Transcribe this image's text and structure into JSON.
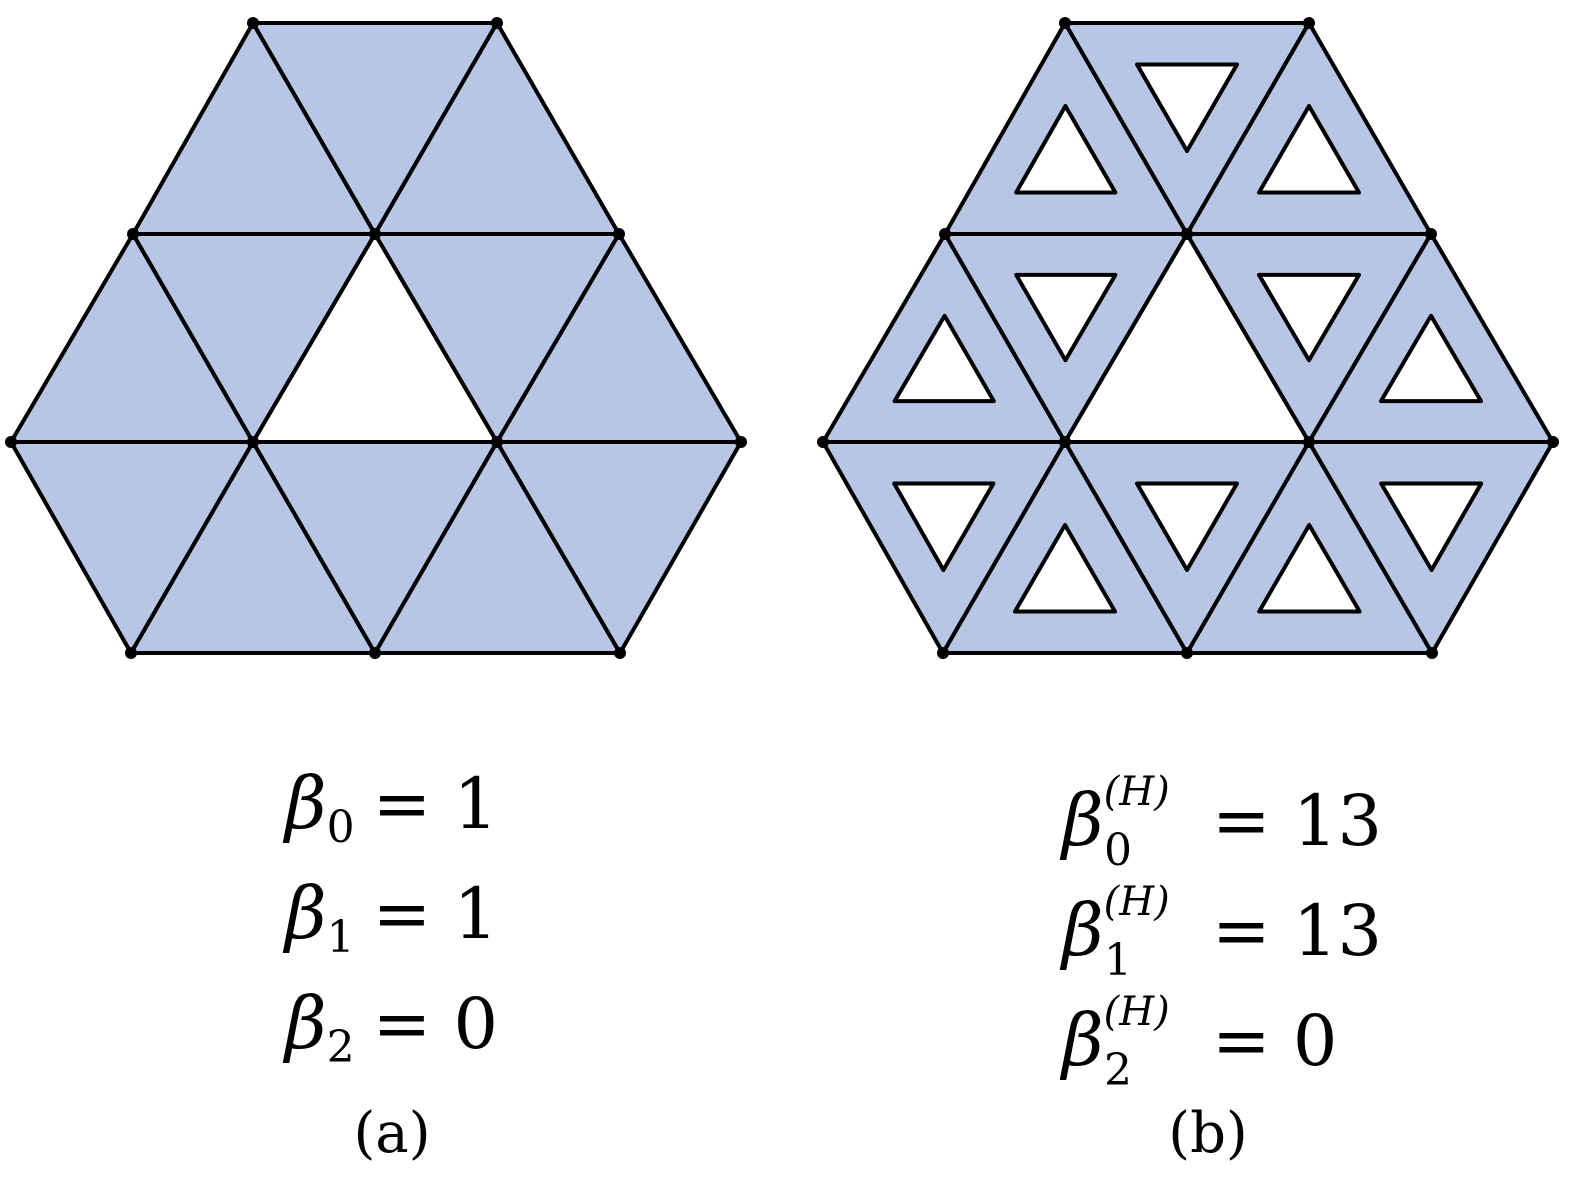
{
  "colors": {
    "fill": "#b6c6e4",
    "stroke": "#000000",
    "background": "#ffffff"
  },
  "panel_a": {
    "equations": [
      {
        "symbol": "β",
        "subscript": "0",
        "superscript": "",
        "rhs": "= 1"
      },
      {
        "symbol": "β",
        "subscript": "1",
        "superscript": "",
        "rhs": "= 1"
      },
      {
        "symbol": "β",
        "subscript": "2",
        "superscript": "",
        "rhs": "= 0"
      }
    ],
    "caption": "(a)"
  },
  "panel_b": {
    "equations": [
      {
        "symbol": "β",
        "subscript": "0",
        "superscript": "(H)",
        "rhs": "= 13"
      },
      {
        "symbol": "β",
        "subscript": "1",
        "superscript": "(H)",
        "rhs": "= 13"
      },
      {
        "symbol": "β",
        "subscript": "2",
        "superscript": "(H)",
        "rhs": "= 0"
      }
    ],
    "caption": "(b)"
  }
}
